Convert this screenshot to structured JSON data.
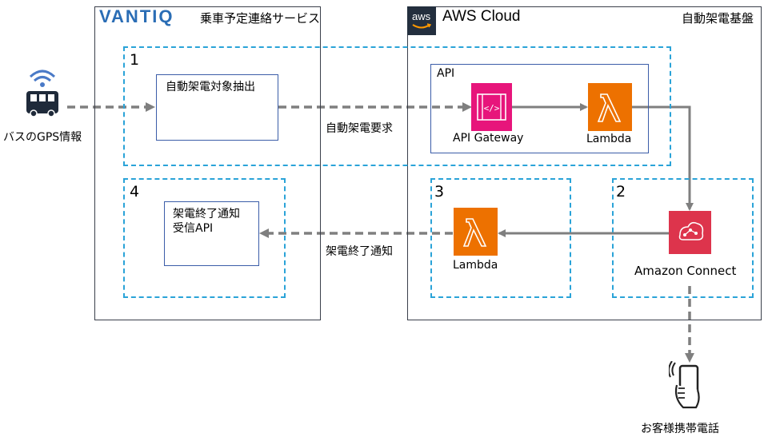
{
  "vantiq": {
    "logo": "VANTIQ",
    "service_name": "乗車予定連絡サービス",
    "zone1_number": "1",
    "zone4_number": "4",
    "extract_box": "自動架電対象抽出",
    "receive_api_line1": "架電終了通知",
    "receive_api_line2": "受信API"
  },
  "aws": {
    "logo": "aws",
    "title": "AWS Cloud",
    "platform_label": "自動架電基盤",
    "api_group": "API",
    "api_gateway": "API Gateway",
    "lambda_top": "Lambda",
    "lambda_bottom": "Lambda",
    "amazon_connect": "Amazon Connect",
    "zone2_number": "2",
    "zone3_number": "3"
  },
  "external": {
    "bus_gps": "バスのGPS情報",
    "customer_phone": "お客様携帯電話"
  },
  "flows": {
    "auto_call_request": "自動架電要求",
    "call_end_notice": "架電終了通知"
  },
  "colors": {
    "dashed_zone": "#2aa3d8",
    "frame": "#3a3f4a",
    "api_gateway": "#e7157b",
    "lambda": "#ed7100",
    "connect": "#dd344c",
    "arrow": "#7f7f7f"
  }
}
